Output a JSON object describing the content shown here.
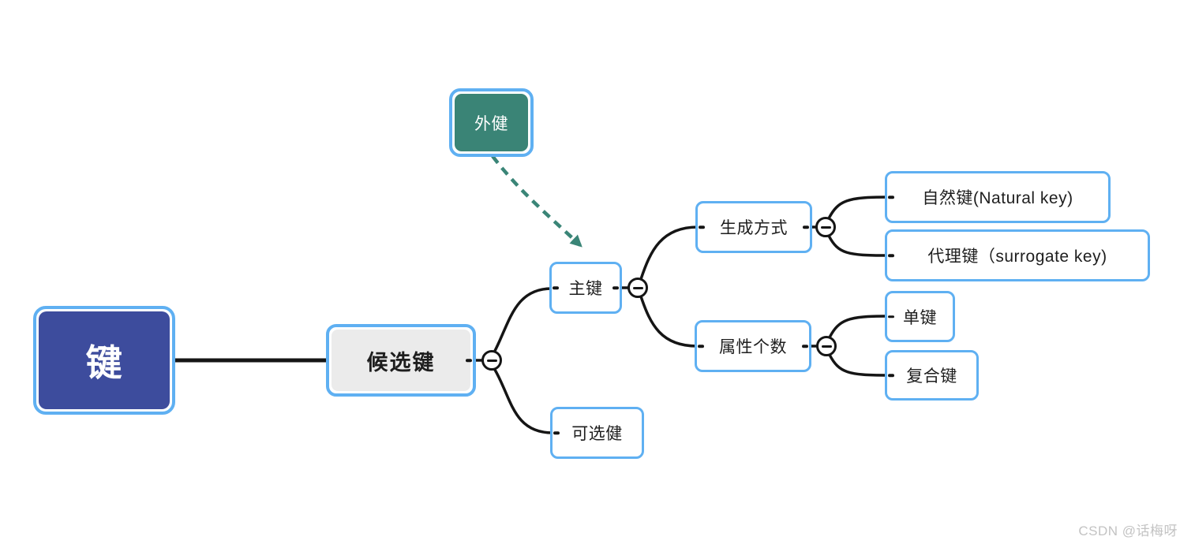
{
  "diagram": {
    "nodes": {
      "root": {
        "label": "键"
      },
      "candidate": {
        "label": "候选键"
      },
      "foreign": {
        "label": "外健"
      },
      "primary": {
        "label": "主键"
      },
      "alternate": {
        "label": "可选健"
      },
      "generation": {
        "label": "生成方式"
      },
      "natural": {
        "label": "自然键(Natural key)"
      },
      "surrogate": {
        "label": "代理键（surrogate key)"
      },
      "attr_count": {
        "label": "属性个数"
      },
      "single": {
        "label": "单键"
      },
      "composite": {
        "label": "复合键"
      }
    },
    "icons": {
      "collapse": "minus-circle"
    },
    "colors": {
      "node_border": "#5FB0F2",
      "root_fill": "#3D4C9D",
      "foreign_fill": "#3A8476",
      "candidate_fill": "#EBEBEB",
      "connector": "#151515",
      "relation_arrow": "#3A8577",
      "text": "#1E1E1E",
      "watermark": "#C3C3C3"
    }
  },
  "watermark": {
    "text": "CSDN @话梅呀"
  }
}
